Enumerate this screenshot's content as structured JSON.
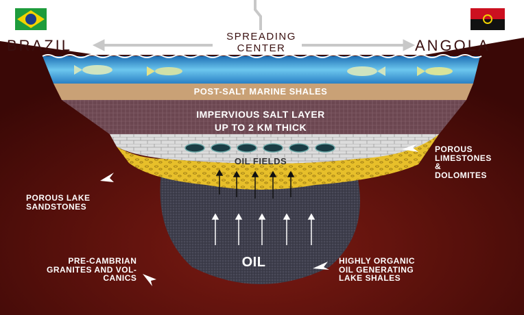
{
  "countries": {
    "left": "BRAZIL",
    "right": "ANGOLA"
  },
  "spreading_center": {
    "line1": "SPREADING",
    "line2": "CENTER"
  },
  "layers": {
    "post_salt": "POST-SALT MARINE SHALES",
    "salt_line1": "IMPERVIOUS SALT LAYER",
    "salt_line2": "UP TO 2 KM THICK",
    "oil_fields": "OIL FIELDS",
    "oil": "OIL"
  },
  "callouts": {
    "porous_limestones": "POROUS\nLIMESTONES\n&\nDOLOMITES",
    "porous_lake_sandstones": "POROUS LAKE\nSANDSTONES",
    "pre_cambrian": "PRE-CAMBRIAN\nGRANITES AND VOL-\nCANICS",
    "highly_organic": "HIGHLY ORGANIC\nOIL GENERATING\nLAKE SHALES"
  },
  "colors": {
    "basement": "#5a0f0a",
    "water": "#3aa0d8",
    "shale": "#c9a176",
    "salt": "#6e4a52",
    "limestone": "#d8d8d8",
    "sandstone": "#e8c12a",
    "source_rock": "#3a3a48"
  }
}
